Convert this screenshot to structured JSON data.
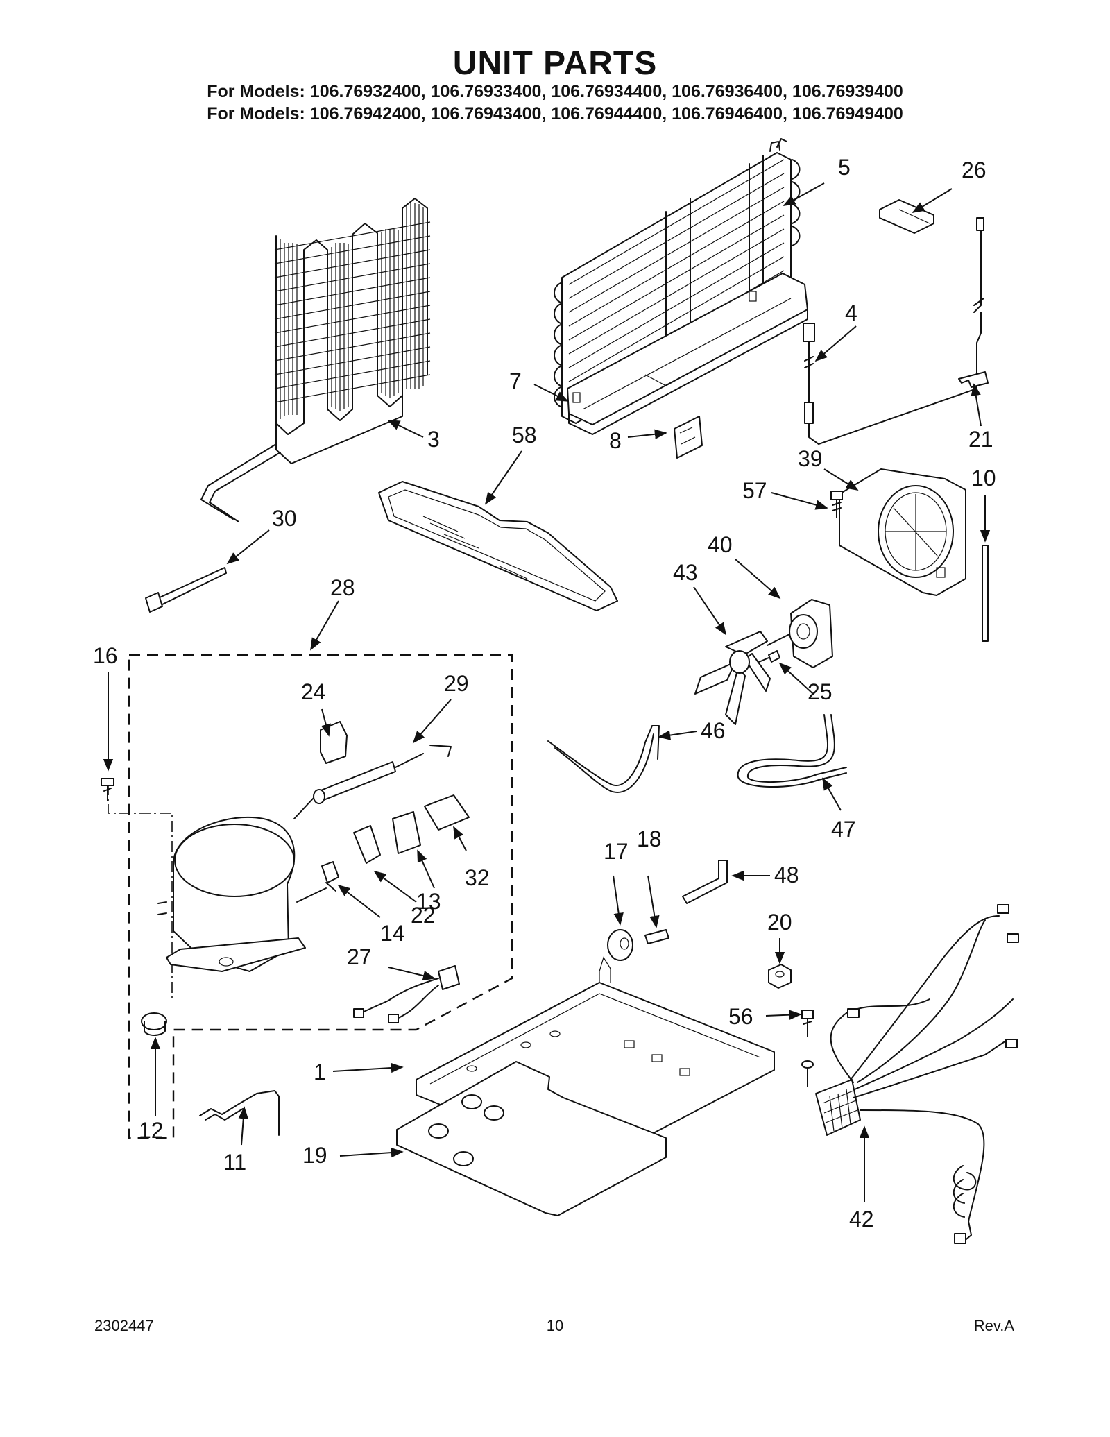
{
  "page": {
    "title": "UNIT PARTS",
    "models_line_1": "For Models: 106.76932400, 106.76933400, 106.76934400, 106.76936400, 106.76939400",
    "models_line_2": "For Models: 106.76942400, 106.76943400, 106.76944400, 106.76946400, 106.76949400"
  },
  "callouts": [
    {
      "id": "1",
      "label": "1"
    },
    {
      "id": "3",
      "label": "3"
    },
    {
      "id": "4",
      "label": "4"
    },
    {
      "id": "5",
      "label": "5"
    },
    {
      "id": "7",
      "label": "7"
    },
    {
      "id": "8",
      "label": "8"
    },
    {
      "id": "10",
      "label": "10"
    },
    {
      "id": "11",
      "label": "11"
    },
    {
      "id": "12",
      "label": "12"
    },
    {
      "id": "13",
      "label": "13"
    },
    {
      "id": "14",
      "label": "14"
    },
    {
      "id": "16",
      "label": "16"
    },
    {
      "id": "17",
      "label": "17"
    },
    {
      "id": "18",
      "label": "18"
    },
    {
      "id": "19",
      "label": "19"
    },
    {
      "id": "20",
      "label": "20"
    },
    {
      "id": "21",
      "label": "21"
    },
    {
      "id": "22",
      "label": "22"
    },
    {
      "id": "24",
      "label": "24"
    },
    {
      "id": "25",
      "label": "25"
    },
    {
      "id": "26",
      "label": "26"
    },
    {
      "id": "27",
      "label": "27"
    },
    {
      "id": "28",
      "label": "28"
    },
    {
      "id": "29",
      "label": "29"
    },
    {
      "id": "30",
      "label": "30"
    },
    {
      "id": "32",
      "label": "32"
    },
    {
      "id": "39",
      "label": "39"
    },
    {
      "id": "40",
      "label": "40"
    },
    {
      "id": "42",
      "label": "42"
    },
    {
      "id": "43",
      "label": "43"
    },
    {
      "id": "46",
      "label": "46"
    },
    {
      "id": "47",
      "label": "47"
    },
    {
      "id": "48",
      "label": "48"
    },
    {
      "id": "56",
      "label": "56"
    },
    {
      "id": "57",
      "label": "57"
    },
    {
      "id": "58",
      "label": "58"
    }
  ],
  "footer": {
    "doc_number": "2302447",
    "page_number": "10",
    "revision": "Rev.A"
  }
}
